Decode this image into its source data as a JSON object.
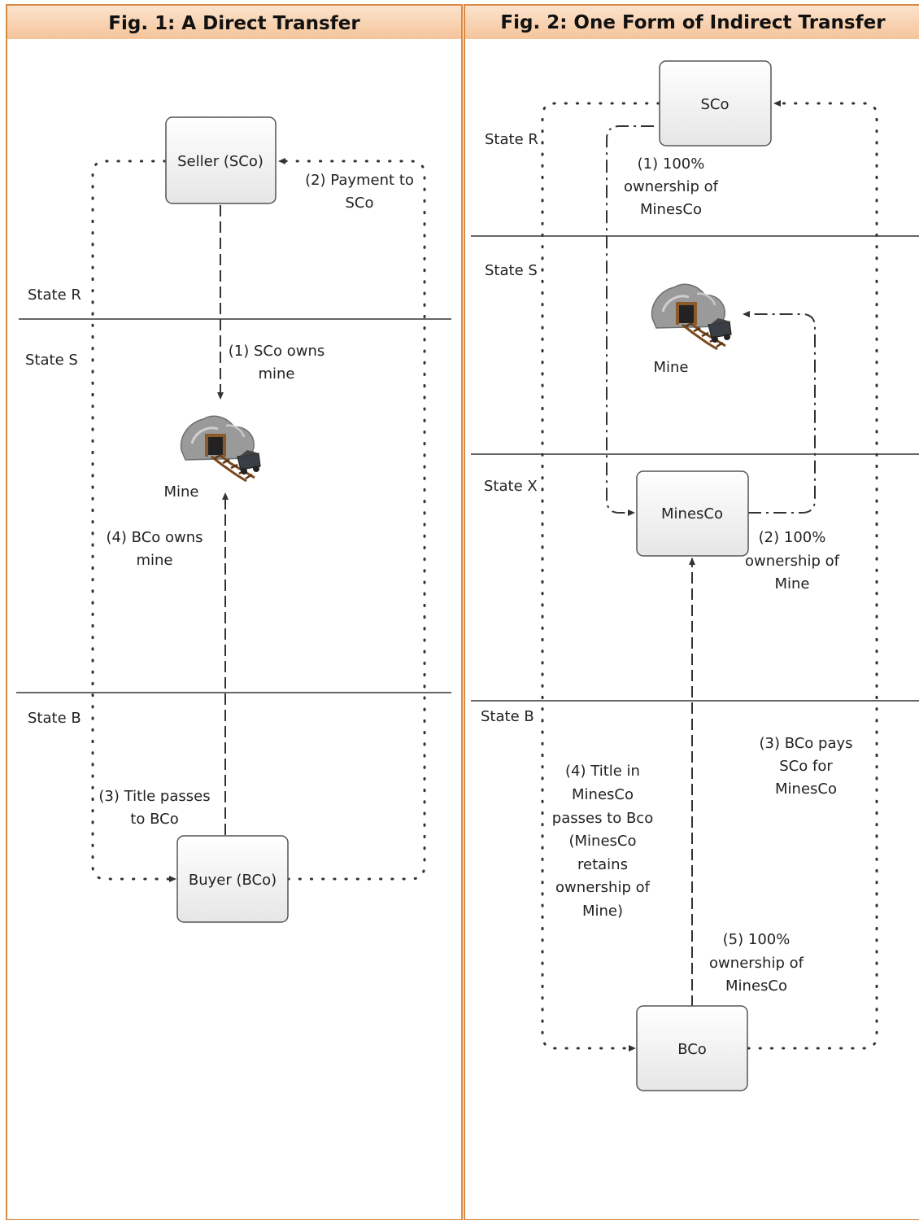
{
  "figure1": {
    "title": "Fig. 1:  A Direct Transfer",
    "states": [
      "State R",
      "State S",
      "State B"
    ],
    "boxes": {
      "seller": "Seller (SCo)",
      "buyer": "Buyer (BCo)"
    },
    "mine_label": "Mine",
    "annotations": {
      "a1": [
        "(1) SCo owns",
        "mine"
      ],
      "a2": [
        "(2) Payment to",
        "SCo"
      ],
      "a3": [
        "(3) Title passes",
        "to BCo"
      ],
      "a4": [
        "(4) BCo owns",
        "mine"
      ]
    }
  },
  "figure2": {
    "title": "Fig. 2: One Form of Indirect Transfer",
    "states": [
      "State R",
      "State S",
      "State X",
      "State B"
    ],
    "boxes": {
      "sco": "SCo",
      "minesco": "MinesCo",
      "bco": "BCo"
    },
    "mine_label": "Mine",
    "annotations": {
      "a1": [
        "(1) 100%",
        "ownership of",
        "MinesCo"
      ],
      "a2": [
        "(2) 100%",
        "ownership of",
        "Mine"
      ],
      "a3": [
        "(3) BCo pays",
        "SCo for",
        "MinesCo"
      ],
      "a4": [
        "(4) Title in",
        "MinesCo",
        "passes to Bco",
        "(MinesCo",
        "retains",
        "ownership of",
        "Mine)"
      ],
      "a5": [
        "(5) 100%",
        "ownership of",
        "MinesCo"
      ]
    }
  },
  "colors": {
    "panel_border": "#d98a45",
    "header_fill": "#f8cfa8",
    "box_fill": "#f2f2f2",
    "line": "#333333"
  }
}
